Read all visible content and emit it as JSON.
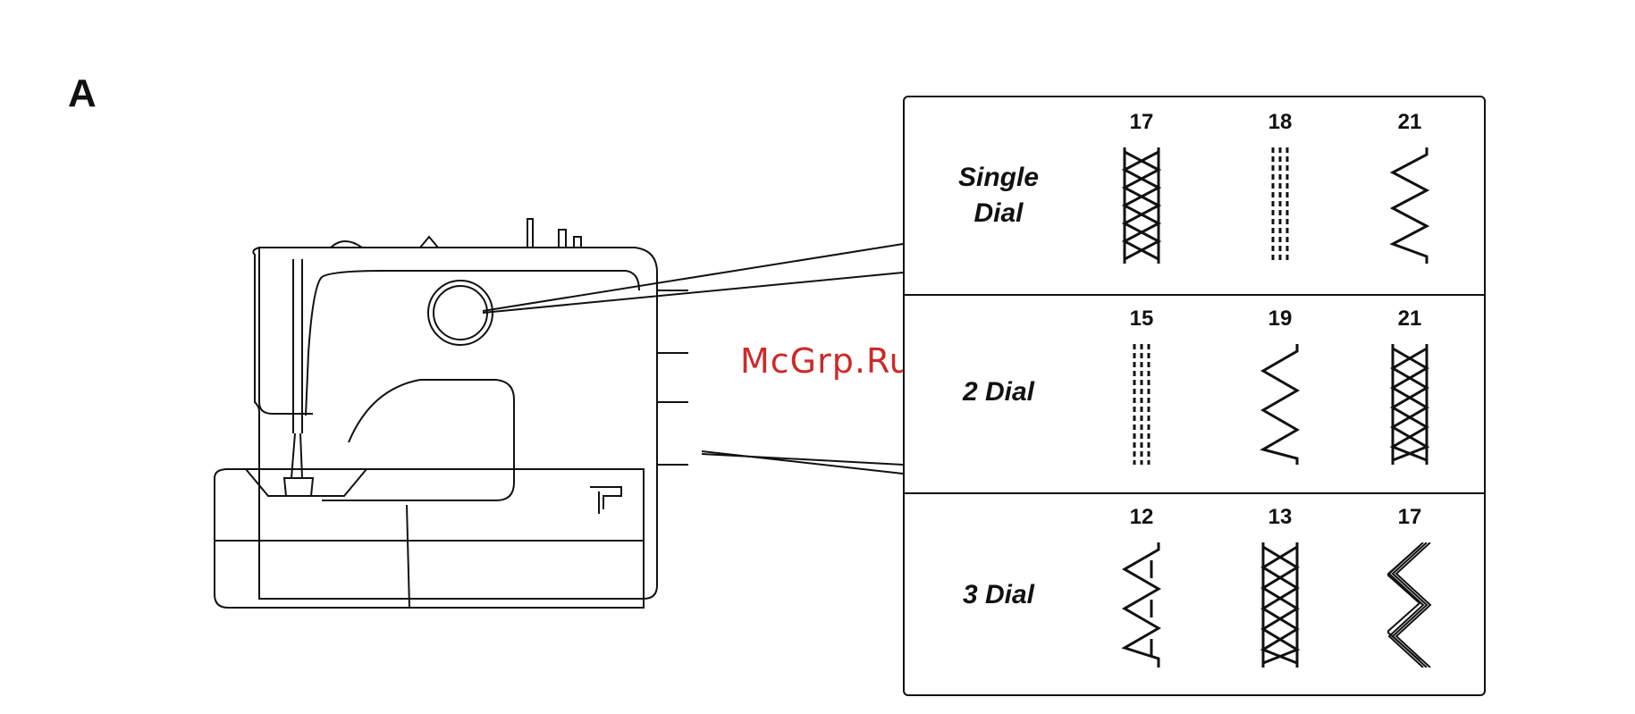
{
  "figure": {
    "letter": "A"
  },
  "watermark": {
    "text": "McGrp.Ru",
    "color": "#cc2a2a"
  },
  "machine": {
    "icon": "sewing-machine-icon"
  },
  "stitch_table": {
    "rows": [
      {
        "label_line1": "Single",
        "label_line2": "Dial",
        "stitches": [
          {
            "number": "17",
            "pattern": "double-zigzag-icon"
          },
          {
            "number": "18",
            "pattern": "triple-straight-icon"
          },
          {
            "number": "21",
            "pattern": "zigzag-icon"
          }
        ]
      },
      {
        "label_line1": "2 Dial",
        "label_line2": "",
        "stitches": [
          {
            "number": "15",
            "pattern": "triple-straight-icon"
          },
          {
            "number": "19",
            "pattern": "zigzag-icon"
          },
          {
            "number": "21",
            "pattern": "double-zigzag-icon"
          }
        ]
      },
      {
        "label_line1": "3 Dial",
        "label_line2": "",
        "stitches": [
          {
            "number": "12",
            "pattern": "zigzag-icon"
          },
          {
            "number": "13",
            "pattern": "double-zigzag-icon"
          },
          {
            "number": "17",
            "pattern": "satin-zigzag-icon"
          }
        ]
      }
    ]
  }
}
